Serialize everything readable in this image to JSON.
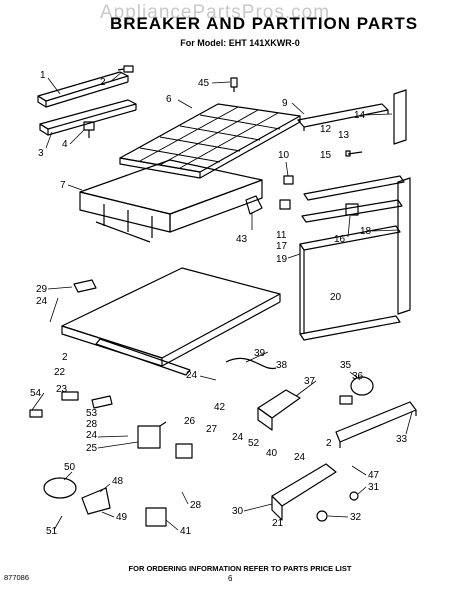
{
  "watermark": "AppliancePartsPros.com",
  "title": "BREAKER AND PARTITION PARTS",
  "model": "For Model: EHT 141XKWR-0",
  "footer": "FOR ORDERING INFORMATION REFER TO PARTS PRICE LIST",
  "doc_number": "877086",
  "page_number": "6",
  "callouts": {
    "c1": "1",
    "c2a": "2",
    "c3": "3",
    "c4": "4",
    "c45": "45",
    "c6": "6",
    "c7": "7",
    "c9": "9",
    "c12": "12",
    "c13": "13",
    "c14": "14",
    "c10": "10",
    "c15": "15",
    "c11": "11",
    "c17": "17",
    "c43": "43",
    "c16": "16",
    "c18": "18",
    "c19": "19",
    "c20": "20",
    "c29": "29",
    "c24a": "24",
    "c2b": "2",
    "c22": "22",
    "c39": "39",
    "c38": "38",
    "c35": "35",
    "c36": "36",
    "c24b": "24",
    "c37": "37",
    "c42": "42",
    "c54": "54",
    "c23": "23",
    "c53": "53",
    "c28a": "28",
    "c24c": "24",
    "c25": "25",
    "c26": "26",
    "c27": "27",
    "c24d": "24",
    "c52": "52",
    "c40": "40",
    "c2c": "2",
    "c24e": "24",
    "c33": "33",
    "c47": "47",
    "c31": "31",
    "c50": "50",
    "c48": "48",
    "c28b": "28",
    "c30": "30",
    "c32": "32",
    "c21": "21",
    "c51": "51",
    "c49": "49",
    "c41": "41"
  }
}
